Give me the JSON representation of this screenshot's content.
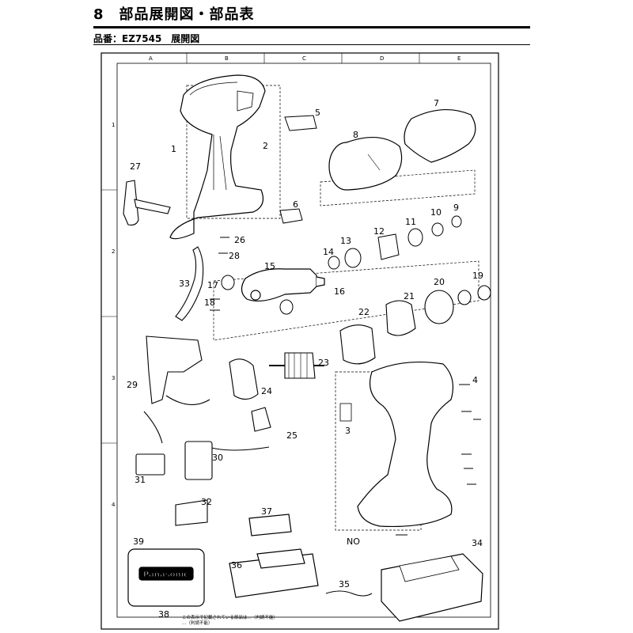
{
  "header": {
    "title": "8　部品展開図・部品表",
    "subtitle": "品番：EZ7545　展開図"
  },
  "grid": {
    "columns": [
      "A",
      "B",
      "C",
      "D",
      "E"
    ],
    "rows": [
      "1",
      "2",
      "3",
      "4"
    ]
  },
  "callouts": [
    "1",
    "2",
    "5",
    "7",
    "8",
    "6",
    "9",
    "10",
    "11",
    "12",
    "13",
    "14",
    "15",
    "16",
    "17",
    "18",
    "19",
    "20",
    "21",
    "22",
    "23",
    "24",
    "25",
    "26",
    "27",
    "28",
    "29",
    "30",
    "31",
    "32",
    "33",
    "34",
    "35",
    "36",
    "37",
    "38",
    "39",
    "3",
    "4",
    "NO"
  ],
  "brand": "Panasonic",
  "footnote": "この表示で記載されている部品は…（判読不能）\n…（判読不能）"
}
